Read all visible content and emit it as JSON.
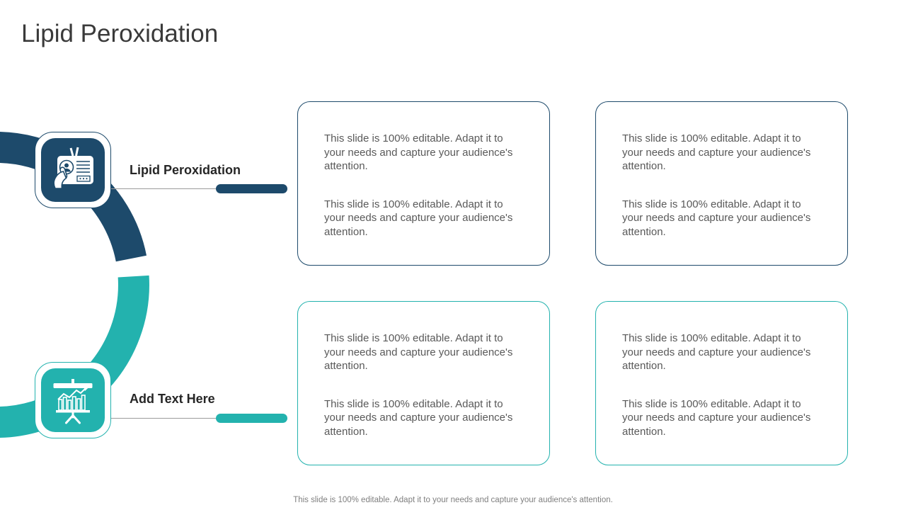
{
  "slide": {
    "title": "Lipid Peroxidation",
    "footer": "This slide is 100% editable. Adapt it to your needs and capture your audience's attention."
  },
  "placeholder": "This slide is 100% editable. Adapt it to your needs and capture your audience's attention.",
  "items": [
    {
      "label": "Lipid Peroxidation",
      "icon": "id-badge-icon",
      "accent": "#1D4A6B"
    },
    {
      "label": "Add Text Here",
      "icon": "presentation-chart-icon",
      "accent": "#23B2AE"
    }
  ],
  "colors": {
    "navy": "#1D4A6B",
    "teal": "#23B2AE",
    "body": "#595959",
    "line": "#9B9B9B",
    "title": "#3A3A3A",
    "label": "#262626",
    "footer": "#7F7F7F"
  }
}
